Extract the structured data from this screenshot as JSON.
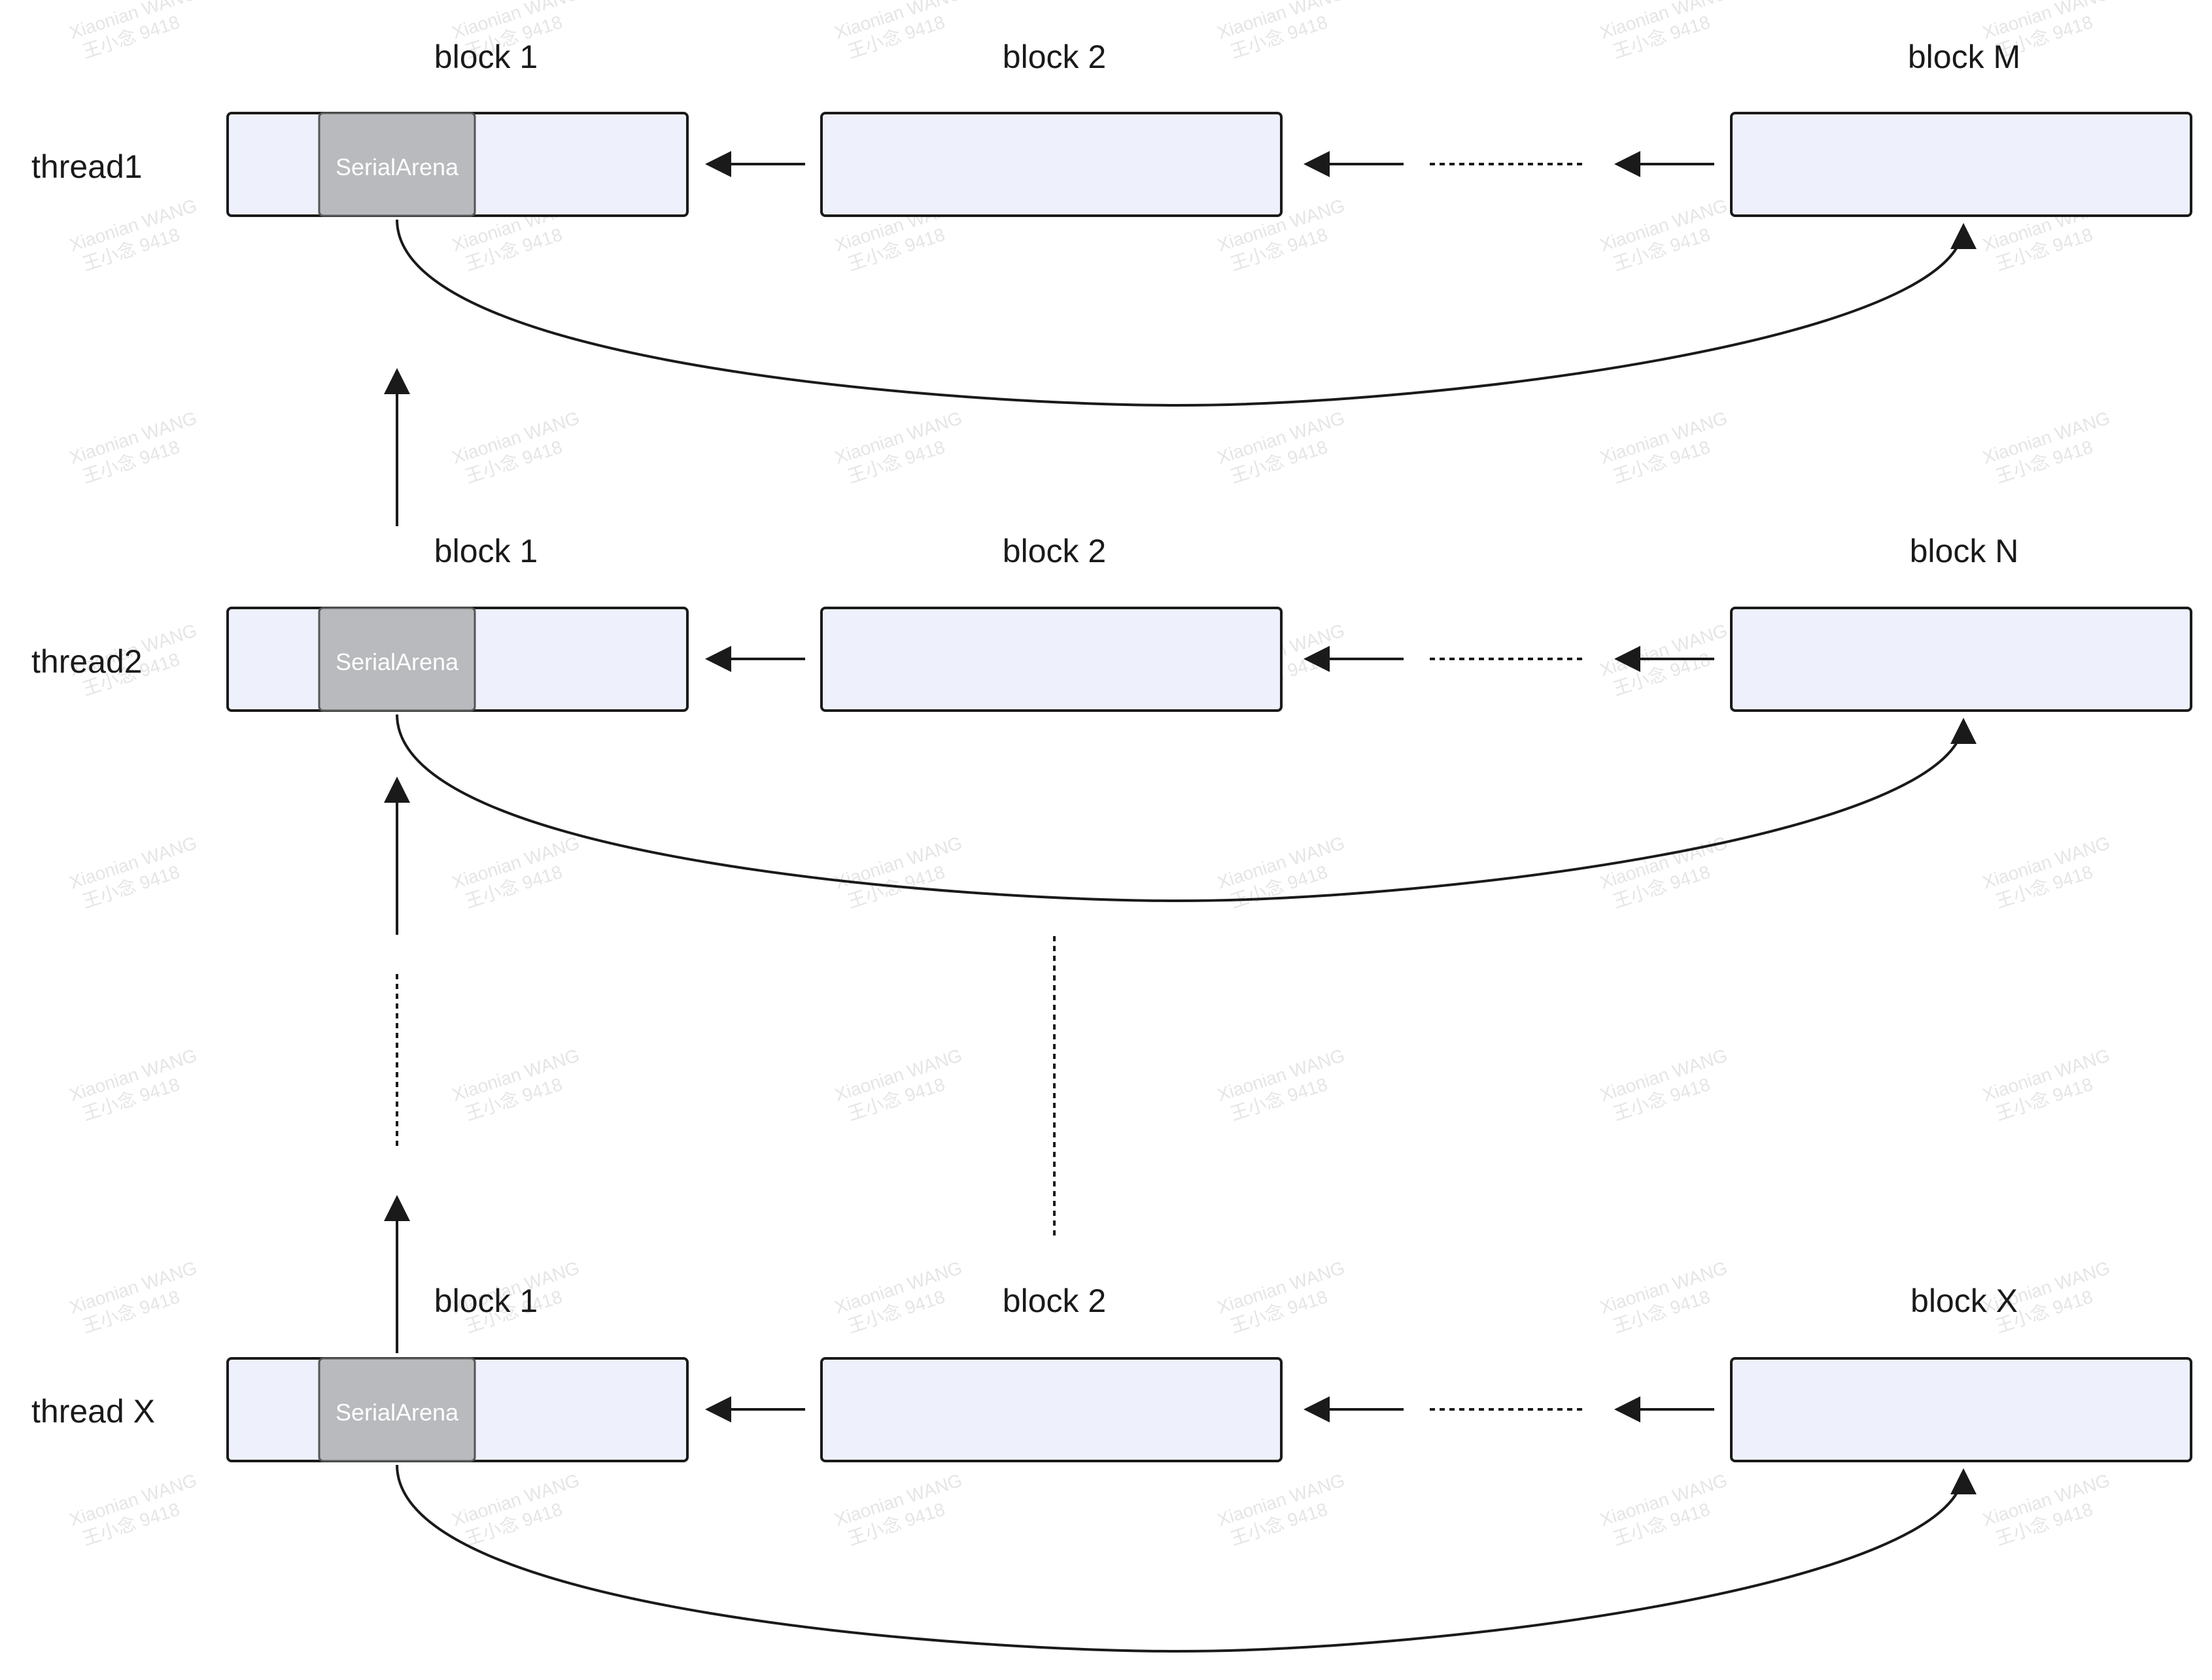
{
  "watermark": {
    "line1": "Xiaonian WANG",
    "line2": "王小念 9418"
  },
  "rows": [
    {
      "thread_label": "thread1",
      "blocks": [
        {
          "label": "block 1",
          "arena_label": "SerialArena"
        },
        {
          "label": "block 2"
        },
        {
          "label": "block M"
        }
      ]
    },
    {
      "thread_label": "thread2",
      "blocks": [
        {
          "label": "block 1",
          "arena_label": "SerialArena"
        },
        {
          "label": "block 2"
        },
        {
          "label": "block N"
        }
      ]
    },
    {
      "thread_label": "thread X",
      "blocks": [
        {
          "label": "block 1",
          "arena_label": "SerialArena"
        },
        {
          "label": "block 2"
        },
        {
          "label": "block X"
        }
      ]
    }
  ],
  "colors": {
    "block_fill": "#eef1fb",
    "arena_fill": "#b8babd",
    "stroke": "#1a1a1a"
  }
}
